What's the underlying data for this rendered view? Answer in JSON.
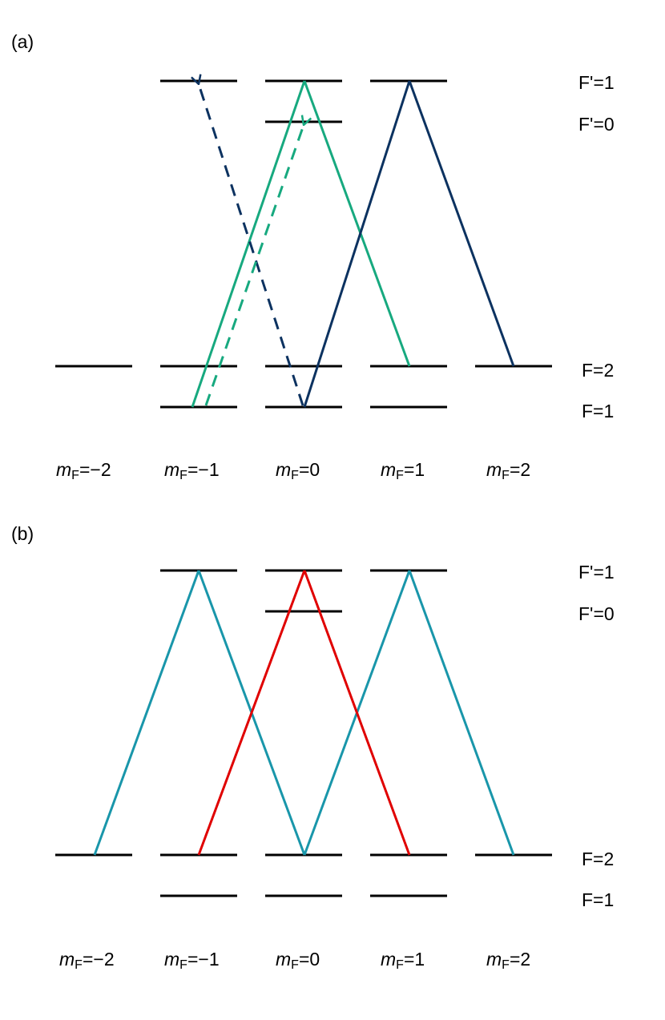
{
  "colors": {
    "level": "#000000",
    "green": "#17a97f",
    "navy": "#0c3260",
    "teal": "#1996aa",
    "red": "#e00000"
  },
  "panels": [
    {
      "label": "(a)",
      "excited_labels": [
        "F'=1",
        "F'=0"
      ],
      "ground_labels": [
        "F=2",
        "F=1"
      ],
      "mf_labels": [
        {
          "m": "m",
          "sub": "F",
          "val": "=−2"
        },
        {
          "m": "m",
          "sub": "F",
          "val": "=−1"
        },
        {
          "m": "m",
          "sub": "F",
          "val": "=0"
        },
        {
          "m": "m",
          "sub": "F",
          "val": "=1"
        },
        {
          "m": "m",
          "sub": "F",
          "val": "=2"
        }
      ]
    },
    {
      "label": "(b)",
      "excited_labels": [
        "F'=1",
        "F'=0"
      ],
      "ground_labels": [
        "F=2",
        "F=1"
      ],
      "mf_labels": [
        {
          "m": "m",
          "sub": "F",
          "val": "=−2"
        },
        {
          "m": "m",
          "sub": "F",
          "val": "=−1"
        },
        {
          "m": "m",
          "sub": "F",
          "val": "=0"
        },
        {
          "m": "m",
          "sub": "F",
          "val": "=1"
        },
        {
          "m": "m",
          "sub": "F",
          "val": "=2"
        }
      ]
    }
  ]
}
